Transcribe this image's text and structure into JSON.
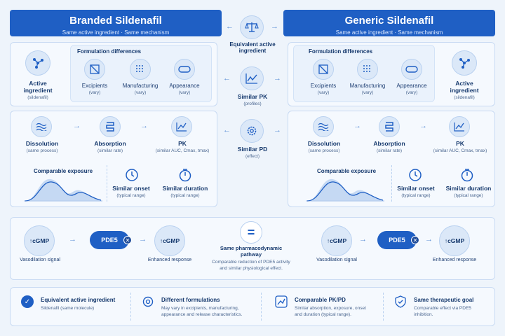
{
  "left_header": {
    "title": "Branded Sildenafil",
    "subtitle": "Same active ingredient · Same mechanism"
  },
  "right_header": {
    "title": "Generic Sildenafil",
    "subtitle": "Same active ingredient · Same mechanism"
  },
  "center": {
    "equivalent": "Equivalent active ingredient",
    "pk": "Similar PK",
    "pk_sub": "(profiles)",
    "pd": "Similar PD",
    "pd_sub": "(effect)"
  },
  "active": {
    "title": "Active ingredient",
    "sub": "(sildenafil)"
  },
  "formulation": {
    "title": "Formulation differences",
    "items": [
      {
        "label": "Excipients",
        "sub": "(vary)"
      },
      {
        "label": "Manufacturing",
        "sub": "(vary)"
      },
      {
        "label": "Appearance",
        "sub": "(vary)"
      }
    ]
  },
  "process": {
    "dissolution": "Dissolution",
    "dissolution_sub": "(same process)",
    "absorption": "Absorption",
    "absorption_sub": "(similar rate)",
    "pk": "PK",
    "pk_sub": "(similar AUC, Cmax, tmax)",
    "exposure": "Comparable exposure",
    "onset": "Similar onset",
    "onset_sub": "(typical range)",
    "duration": "Similar duration",
    "duration_sub": "(typical range)"
  },
  "pathway": {
    "cgmp": "↑cGMP",
    "pde5": "PDE5",
    "vasodilation": "Vasodilation signal",
    "enhanced": "Enhanced response",
    "center_title": "Same pharmacodynamic pathway",
    "center_text": "Comparable reduction of PDE5 activity and similar physiological effect."
  },
  "footer": [
    {
      "title": "Equivalent active ingredient",
      "text": "Sildenafil (same molecule)",
      "icon": "check-icon"
    },
    {
      "title": "Different formulations",
      "text": "May vary in excipients, manufacturing, appearance and release characteristics.",
      "icon": "gear-icon"
    },
    {
      "title": "Comparable PK/PD",
      "text": "Similar absorption, exposure, onset and duration (typical range).",
      "icon": "chart-icon"
    },
    {
      "title": "Same therapeutic goal",
      "text": "Comparable effect via PDE5 inhibition.",
      "icon": "shield-check-icon"
    }
  ],
  "colors": {
    "primary": "#1f5fc4",
    "panel": "#f5f9fe",
    "accent": "#5d8fd6"
  }
}
